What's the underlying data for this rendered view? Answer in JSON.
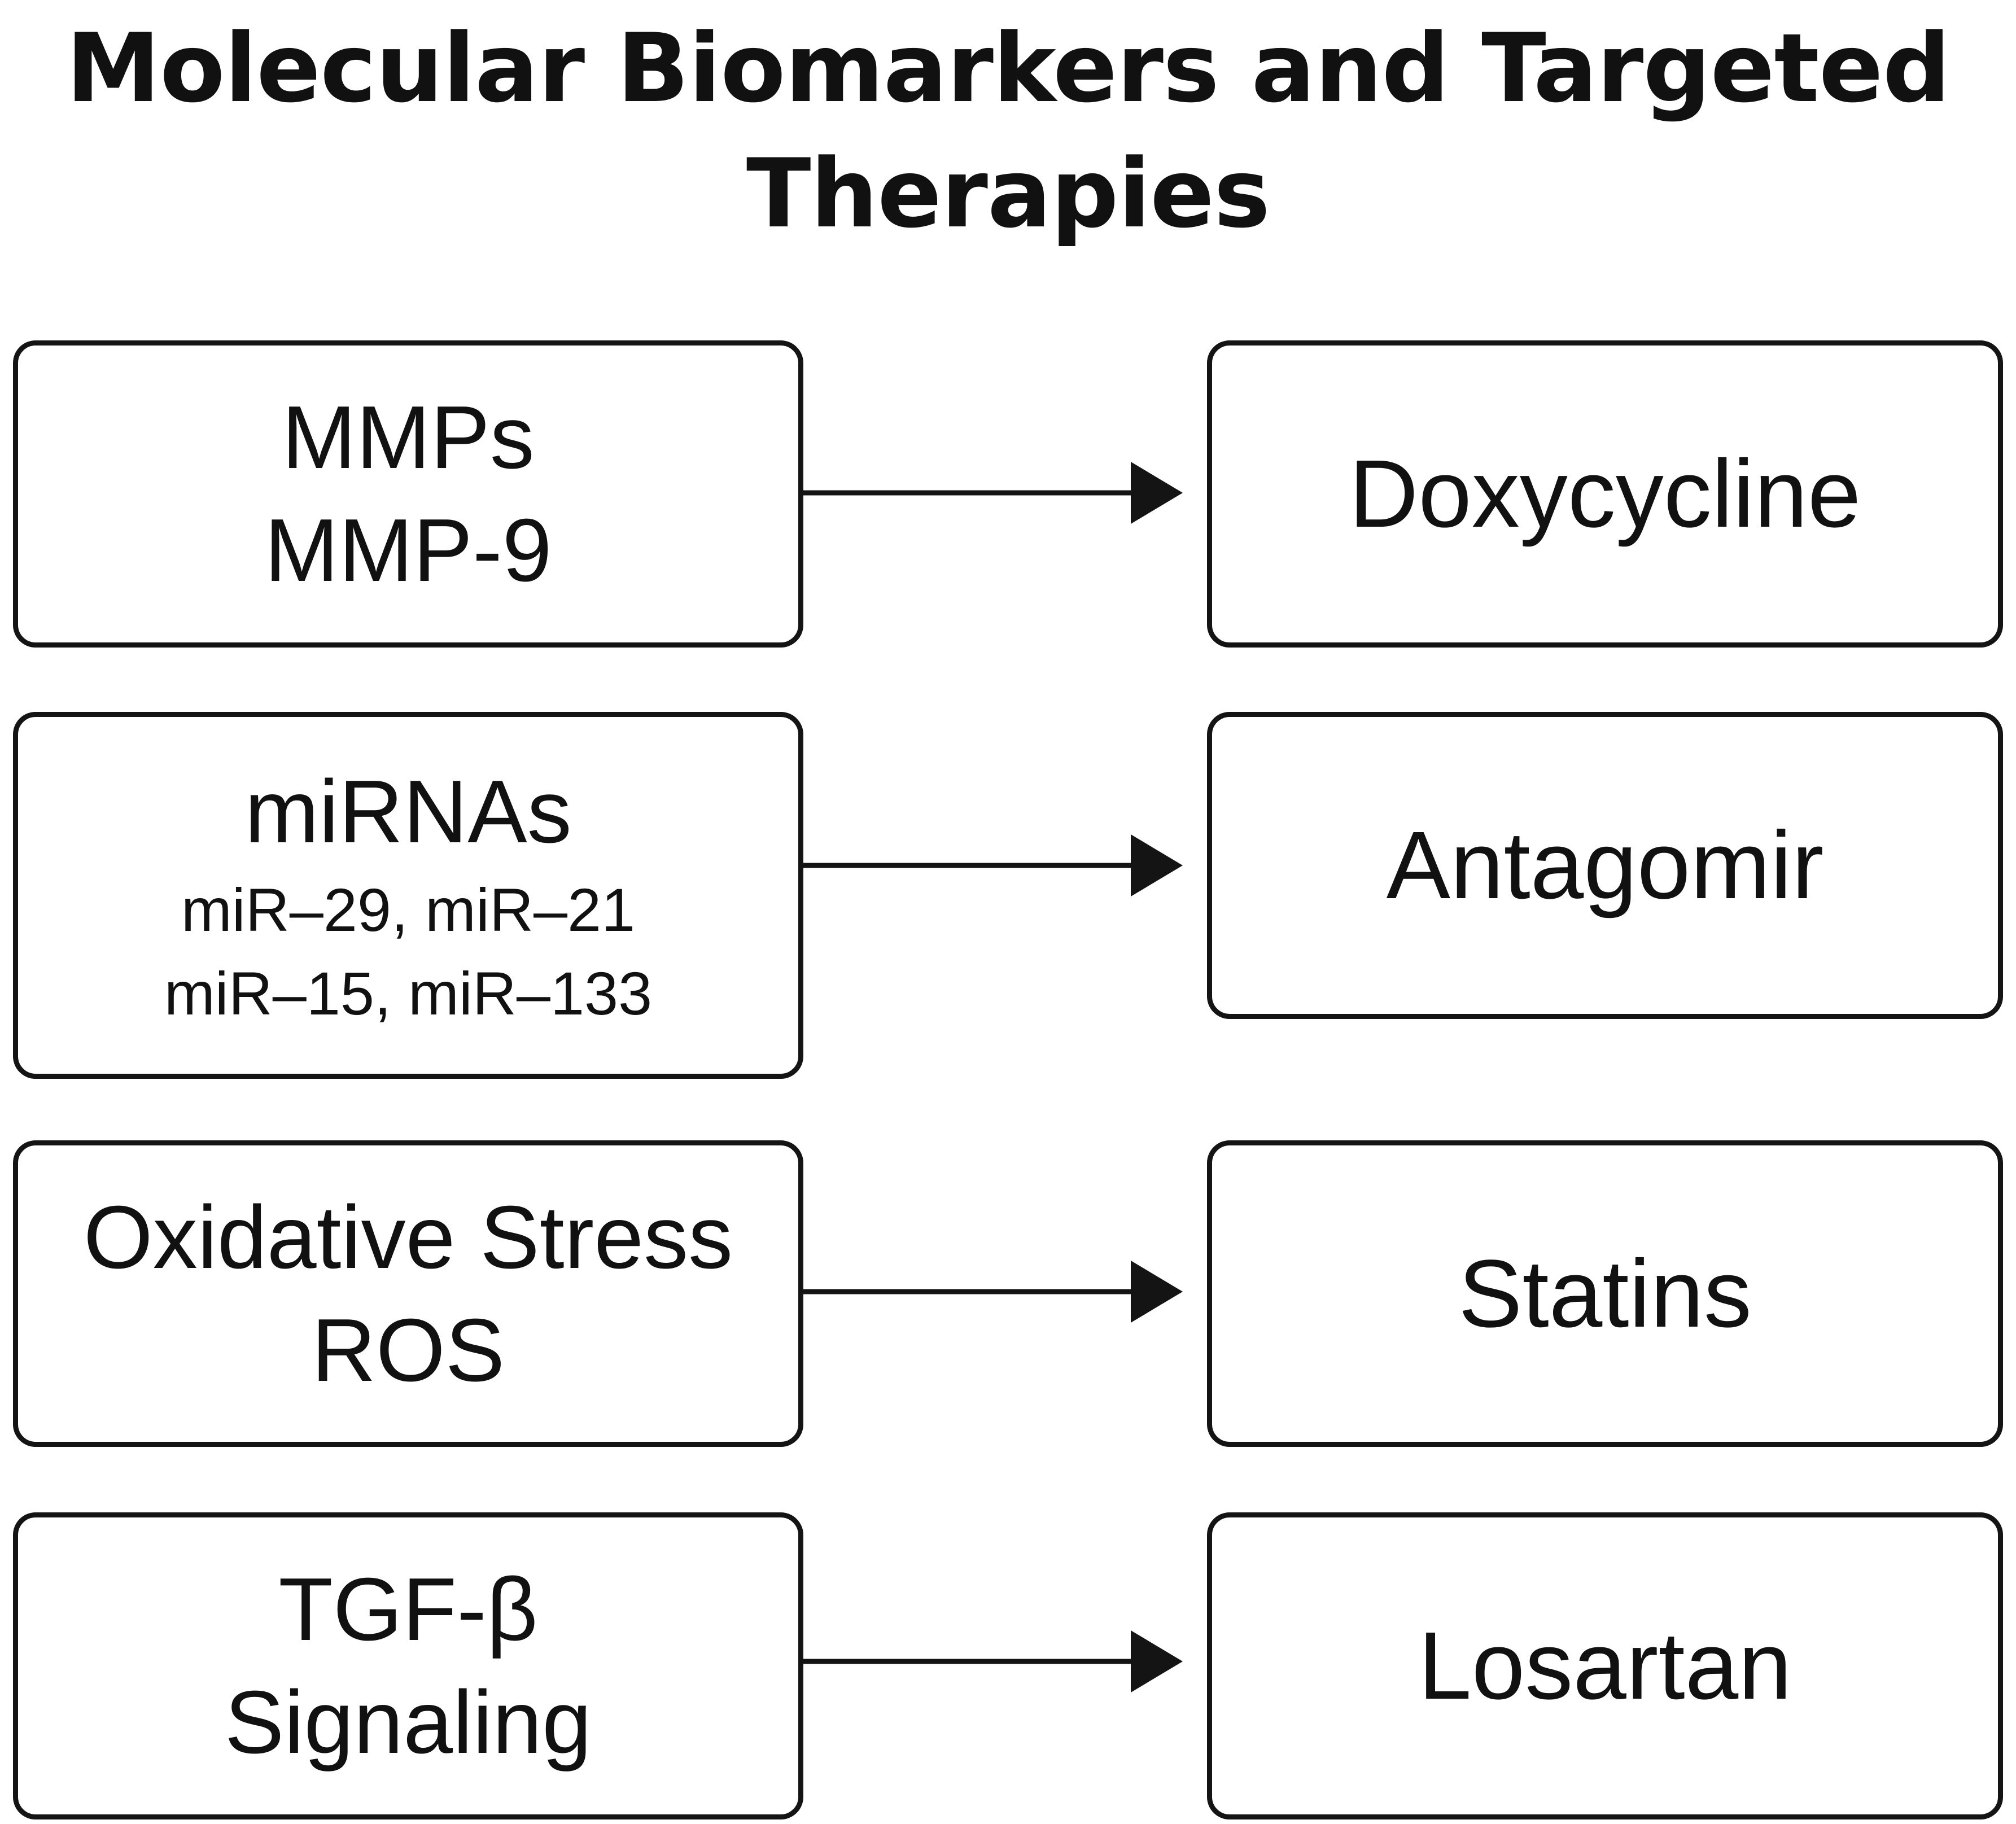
{
  "title": {
    "line1": "Molecular Biomarkers and Targeted",
    "line2": "Therapies"
  },
  "rows": [
    {
      "biomarker": {
        "line1": "MMPs",
        "line2": "MMP-9"
      },
      "therapy": "Doxycycline"
    },
    {
      "biomarker": {
        "line1": "miRNAs",
        "line2": "miR–29, miR–21",
        "line3": "miR–15, miR–133"
      },
      "therapy": "Antagomir"
    },
    {
      "biomarker": {
        "line1": "Oxidative Stress",
        "line2": "ROS"
      },
      "therapy": "Statins"
    },
    {
      "biomarker": {
        "line1": "TGF-β",
        "line2": "Signaling"
      },
      "therapy": "Losartan"
    }
  ],
  "colors": {
    "stroke": "#141414",
    "text": "#111111",
    "background": "#ffffff"
  }
}
